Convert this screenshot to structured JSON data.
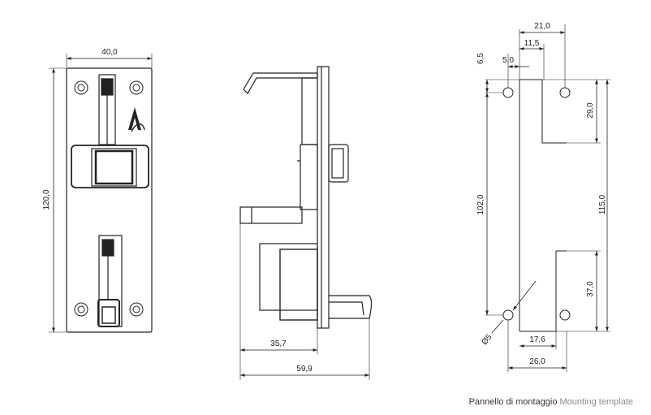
{
  "front_view": {
    "width_label": "40,0",
    "height_label": "120,0"
  },
  "side_view": {
    "depth_label": "35,7",
    "total_depth_label": "59,9"
  },
  "template_view": {
    "top_width_label": "21,0",
    "offset_11_label": "11,5",
    "offset_6_label": "6,5",
    "offset_5_label": "5,0",
    "upper_cutout_label": "29,0",
    "hole_spacing_label": "102,0",
    "total_height_label": "115,0",
    "lower_cutout_label": "37,0",
    "hole_diameter_label": "Ø5",
    "bottom_offset_label": "17,6",
    "bottom_width_label": "26,0"
  },
  "caption": {
    "italian": "Pannello di montaggio",
    "english": "Mounting template"
  }
}
